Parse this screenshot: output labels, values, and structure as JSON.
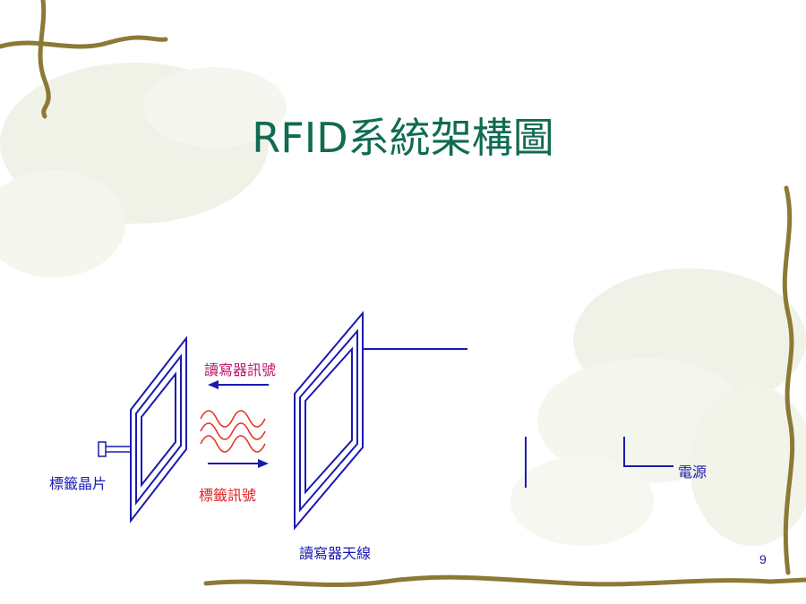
{
  "slide": {
    "title": "RFID系統架構圖",
    "page_number": "9"
  },
  "diagram": {
    "tag_chip_label": "標籤晶片",
    "reader_signal_label": "讀寫器訊號",
    "tag_signal_label": "標籤訊號",
    "reader_antenna_label": "讀寫器天線",
    "power_label": "電源"
  },
  "colors": {
    "title": "#0f6b52",
    "diagram_blue": "#1a1ab0",
    "reader_signal": "#c0136b",
    "tag_signal": "#e02020",
    "vine": "#8b7a35"
  }
}
